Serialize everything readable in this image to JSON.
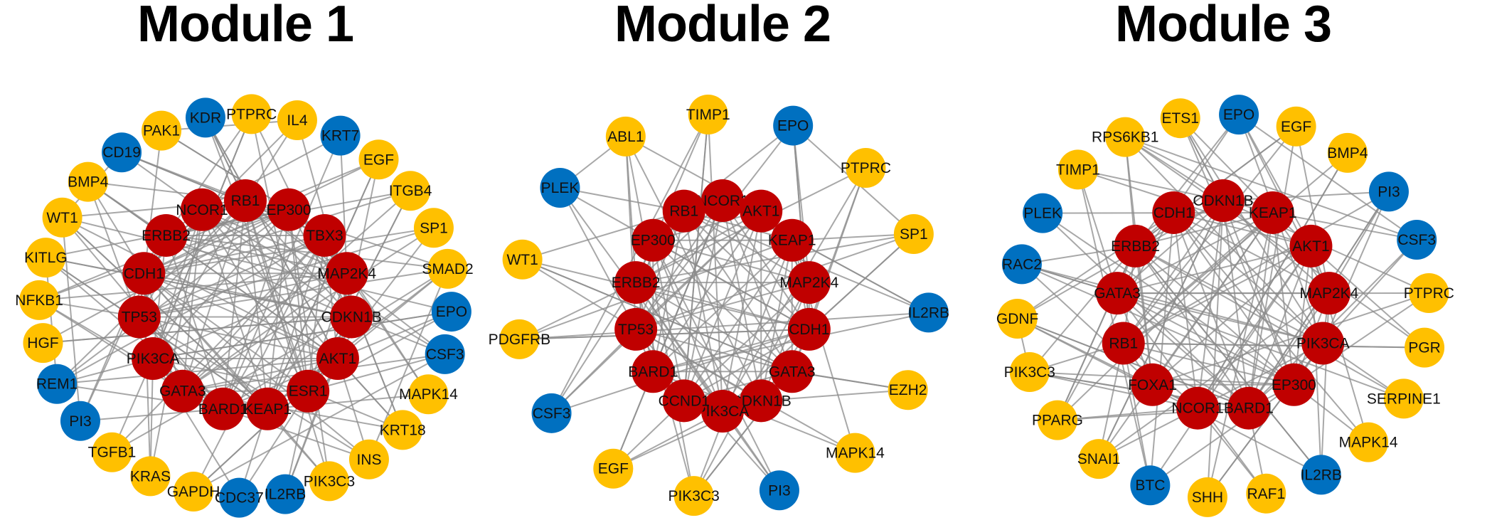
{
  "colors": {
    "hub": "#c00000",
    "neighbor": "#ffc000",
    "other": "#0070c0",
    "edge": "#8c8c8c"
  },
  "modules": [
    {
      "title": "Module 1",
      "hubs": [
        "RB1",
        "EP300",
        "TBX3",
        "MAP2K4",
        "CDKN1B",
        "AKT1",
        "ESR1",
        "KEAP1",
        "BARD1",
        "GATA3",
        "PIK3CA",
        "TP53",
        "CDH1",
        "ERBB2",
        "NCOR1"
      ],
      "outer": [
        {
          "label": "PAK1",
          "group": "neighbor"
        },
        {
          "label": "KDR",
          "group": "other"
        },
        {
          "label": "PTPRC",
          "group": "neighbor"
        },
        {
          "label": "IL4",
          "group": "neighbor"
        },
        {
          "label": "KRT7",
          "group": "other"
        },
        {
          "label": "EGF",
          "group": "neighbor"
        },
        {
          "label": "ITGB4",
          "group": "neighbor"
        },
        {
          "label": "SP1",
          "group": "neighbor"
        },
        {
          "label": "SMAD2",
          "group": "neighbor"
        },
        {
          "label": "EPO",
          "group": "other"
        },
        {
          "label": "CSF3",
          "group": "other"
        },
        {
          "label": "MAPK14",
          "group": "neighbor"
        },
        {
          "label": "KRT18",
          "group": "neighbor"
        },
        {
          "label": "INS",
          "group": "neighbor"
        },
        {
          "label": "PIK3C3",
          "group": "neighbor"
        },
        {
          "label": "IL2RB",
          "group": "other"
        },
        {
          "label": "CDC37",
          "group": "other"
        },
        {
          "label": "GAPDH",
          "group": "neighbor"
        },
        {
          "label": "KRAS",
          "group": "neighbor"
        },
        {
          "label": "TGFB1",
          "group": "neighbor"
        },
        {
          "label": "PI3",
          "group": "other"
        },
        {
          "label": "REM1",
          "group": "other"
        },
        {
          "label": "HGF",
          "group": "neighbor"
        },
        {
          "label": "NFKB1",
          "group": "neighbor"
        },
        {
          "label": "KITLG",
          "group": "neighbor"
        },
        {
          "label": "WT1",
          "group": "neighbor"
        },
        {
          "label": "BMP4",
          "group": "neighbor"
        },
        {
          "label": "CD19",
          "group": "other"
        }
      ]
    },
    {
      "title": "Module 2",
      "hubs": [
        "NCOR1",
        "AKT1",
        "KEAP1",
        "MAP2K4",
        "CDH1",
        "GATA3",
        "CDKN1B",
        "PIK3CA",
        "CCND1",
        "BARD1",
        "TP53",
        "ERBB2",
        "EP300",
        "RB1"
      ],
      "outer": [
        {
          "label": "TIMP1",
          "group": "neighbor"
        },
        {
          "label": "EPO",
          "group": "other"
        },
        {
          "label": "PTPRC",
          "group": "neighbor"
        },
        {
          "label": "SP1",
          "group": "neighbor"
        },
        {
          "label": "IL2RB",
          "group": "other"
        },
        {
          "label": "EZH2",
          "group": "neighbor"
        },
        {
          "label": "MAPK14",
          "group": "neighbor"
        },
        {
          "label": "PI3",
          "group": "other"
        },
        {
          "label": "PIK3C3",
          "group": "neighbor"
        },
        {
          "label": "EGF",
          "group": "neighbor"
        },
        {
          "label": "CSF3",
          "group": "other"
        },
        {
          "label": "PDGFRB",
          "group": "neighbor"
        },
        {
          "label": "WT1",
          "group": "neighbor"
        },
        {
          "label": "PLEK",
          "group": "other"
        },
        {
          "label": "ABL1",
          "group": "neighbor"
        }
      ]
    },
    {
      "title": "Module 3",
      "hubs": [
        "CDKN1B",
        "KEAP1",
        "AKT1",
        "MAP2K4",
        "PIK3CA",
        "EP300",
        "BARD1",
        "NCOR1",
        "FOXA1",
        "RB1",
        "GATA3",
        "ERBB2",
        "CDH1"
      ],
      "outer": [
        {
          "label": "ETS1",
          "group": "neighbor"
        },
        {
          "label": "EPO",
          "group": "other"
        },
        {
          "label": "EGF",
          "group": "neighbor"
        },
        {
          "label": "BMP4",
          "group": "neighbor"
        },
        {
          "label": "PI3",
          "group": "other"
        },
        {
          "label": "CSF3",
          "group": "other"
        },
        {
          "label": "PTPRC",
          "group": "neighbor"
        },
        {
          "label": "PGR",
          "group": "neighbor"
        },
        {
          "label": "SERPINE1",
          "group": "neighbor"
        },
        {
          "label": "MAPK14",
          "group": "neighbor"
        },
        {
          "label": "IL2RB",
          "group": "other"
        },
        {
          "label": "RAF1",
          "group": "neighbor"
        },
        {
          "label": "SHH",
          "group": "neighbor"
        },
        {
          "label": "BTC",
          "group": "other"
        },
        {
          "label": "SNAI1",
          "group": "neighbor"
        },
        {
          "label": "PPARG",
          "group": "neighbor"
        },
        {
          "label": "PIK3C3",
          "group": "neighbor"
        },
        {
          "label": "GDNF",
          "group": "neighbor"
        },
        {
          "label": "RAC2",
          "group": "other"
        },
        {
          "label": "PLEK",
          "group": "other"
        },
        {
          "label": "TIMP1",
          "group": "neighbor"
        },
        {
          "label": "RPS6KB1",
          "group": "neighbor"
        }
      ]
    }
  ]
}
